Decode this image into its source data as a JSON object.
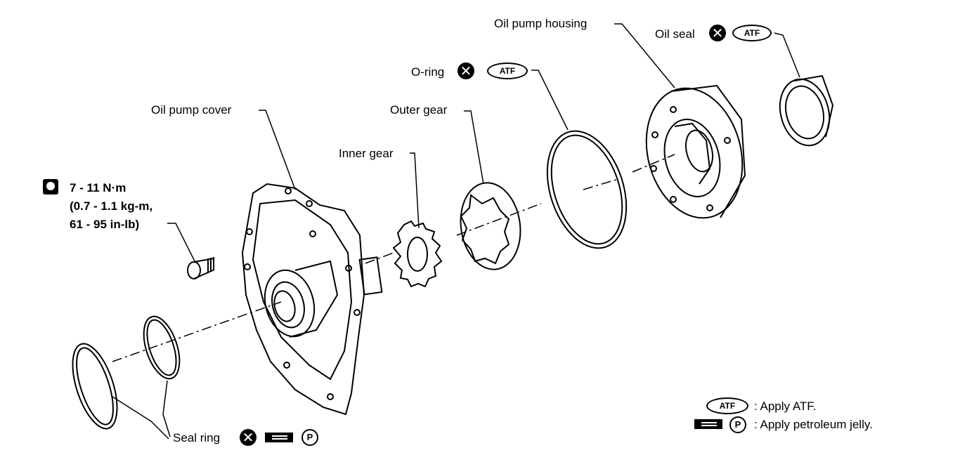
{
  "parts": {
    "oil_pump_housing": "Oil pump housing",
    "oil_seal": "Oil seal",
    "o_ring": "O-ring",
    "outer_gear": "Outer gear",
    "inner_gear": "Inner gear",
    "oil_pump_cover": "Oil pump cover",
    "seal_ring": "Seal ring"
  },
  "torque": {
    "line1": "7 - 11 N·m",
    "line2": "(0.7 - 1.1 kg-m,",
    "line3": "61 - 95 in-lb)"
  },
  "symbols": {
    "atf": "ATF",
    "replace": "✕",
    "petroleum": "P"
  },
  "legend": {
    "atf_text": ": Apply ATF.",
    "jelly_text": ": Apply petroleum jelly."
  },
  "icons": [
    "torque-wrench-icon",
    "replace-x-icon",
    "atf-oval-icon",
    "petroleum-jelly-icon",
    "p-circle-icon"
  ]
}
